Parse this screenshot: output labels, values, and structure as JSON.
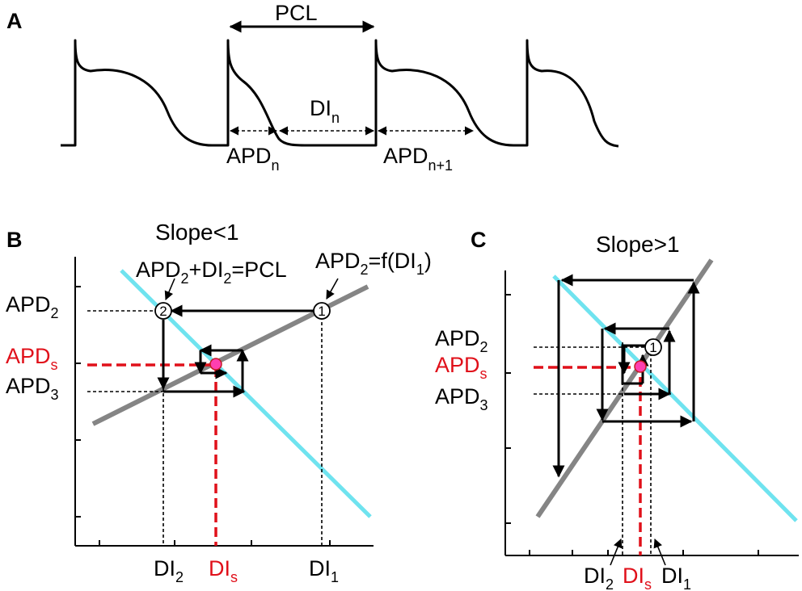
{
  "panel_a": {
    "letter": "A",
    "pcl_label": "PCL",
    "di_label": "DI",
    "di_sub": "n",
    "apd_n_label": "APD",
    "apd_n_sub": "n",
    "apd_n1_label": "APD",
    "apd_n1_sub": "n+1"
  },
  "panel_b": {
    "letter": "B",
    "title": "Slope<1",
    "eq1_a": "APD",
    "eq1_sub1": "2",
    "eq1_b": "+DI",
    "eq1_sub2": "2",
    "eq1_c": "=PCL",
    "eq2_a": "APD",
    "eq2_sub1": "2",
    "eq2_b": "=f(DI",
    "eq2_sub2": "1",
    "eq2_c": ")",
    "y_labels": {
      "apd2": "APD",
      "apd2_sub": "2",
      "apds": "APD",
      "apds_sub": "s",
      "apd3": "APD",
      "apd3_sub": "3"
    },
    "x_labels": {
      "di2": "DI",
      "di2_sub": "2",
      "dis": "DI",
      "dis_sub": "s",
      "di1": "DI",
      "di1_sub": "1"
    },
    "point_1": "1",
    "point_2": "2"
  },
  "panel_c": {
    "letter": "C",
    "title": "Slope>1",
    "y_labels": {
      "apd2": "APD",
      "apd2_sub": "2",
      "apds": "APD",
      "apds_sub": "s",
      "apd3": "APD",
      "apd3_sub": "3"
    },
    "x_labels": {
      "di2": "DI",
      "di2_sub": "2",
      "dis": "DI",
      "dis_sub": "s",
      "di1": "DI",
      "di1_sub": "1"
    },
    "point_1": "1"
  },
  "colors": {
    "pcl_line": "#6fe3ef",
    "restitution_curve": "#858585",
    "steady_state": "#e0101a",
    "fixed_point": "#ff3fb0"
  }
}
